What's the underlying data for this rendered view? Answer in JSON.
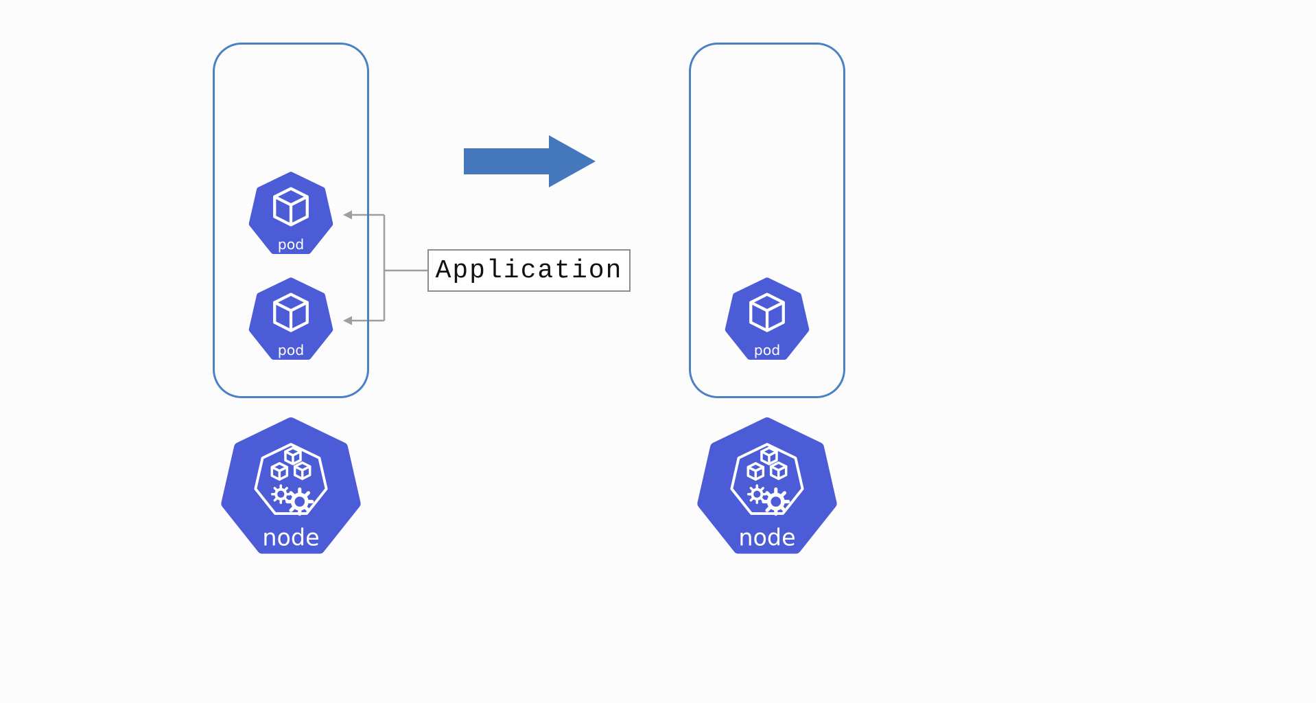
{
  "colors": {
    "background": "#fcfcfc",
    "icon_blue": "#4b5cd6",
    "arrow_blue": "#4577bd",
    "container_border_blue": "#4a80c4",
    "connector_gray": "#9e9e9e",
    "label_border_gray": "#8c8c8c",
    "label_text": "#111111",
    "icon_text_white": "#ffffff"
  },
  "diagram": {
    "application": {
      "label": "Application"
    },
    "arrow_icon": "arrow-right",
    "left": {
      "pods": [
        {
          "label": "pod"
        },
        {
          "label": "pod"
        }
      ],
      "node": {
        "label": "node"
      }
    },
    "right": {
      "pods": [
        {
          "label": "pod"
        }
      ],
      "node": {
        "label": "node"
      }
    }
  }
}
